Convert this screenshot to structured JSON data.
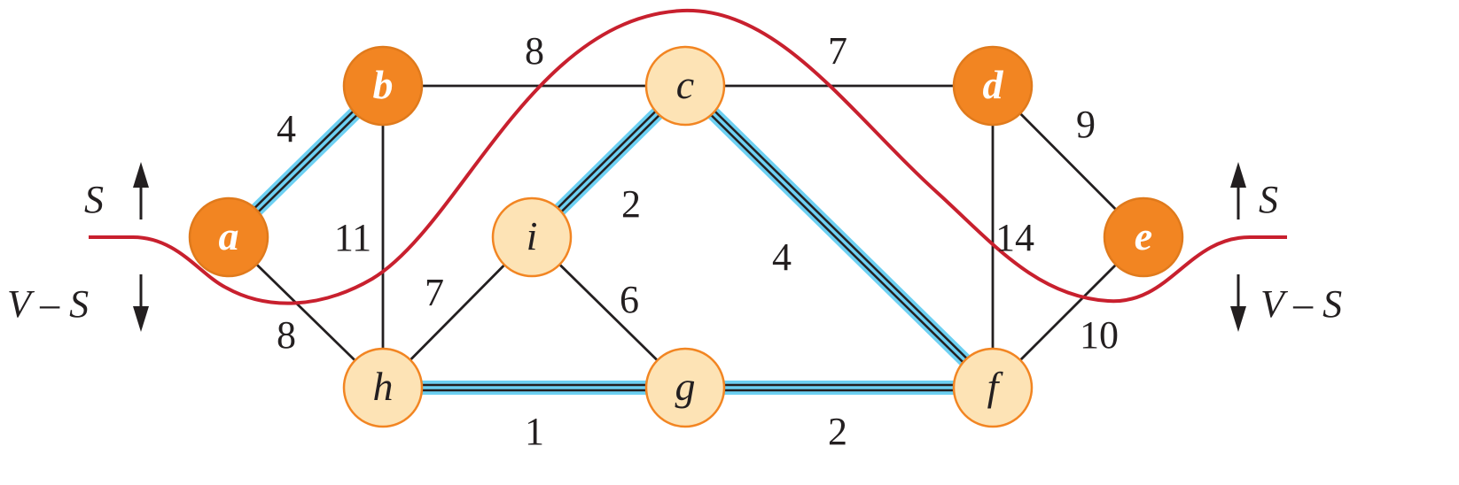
{
  "colors": {
    "in_s_fill": "#F28522",
    "in_s_stroke": "#E07A1C",
    "out_s_fill": "#FDE3B5",
    "out_s_stroke": "#F28522",
    "light_edge": "#6DD0F2",
    "cut": "#C8202E",
    "edge": "#231f20"
  },
  "nodes": [
    {
      "id": "a",
      "label": "a",
      "in_s": true
    },
    {
      "id": "b",
      "label": "b",
      "in_s": true
    },
    {
      "id": "c",
      "label": "c",
      "in_s": false
    },
    {
      "id": "d",
      "label": "d",
      "in_s": true
    },
    {
      "id": "e",
      "label": "e",
      "in_s": true
    },
    {
      "id": "f",
      "label": "f",
      "in_s": false
    },
    {
      "id": "g",
      "label": "g",
      "in_s": false
    },
    {
      "id": "h",
      "label": "h",
      "in_s": false
    },
    {
      "id": "i",
      "label": "i",
      "in_s": false
    }
  ],
  "edges": [
    {
      "u": "a",
      "v": "b",
      "weight": "4",
      "highlighted": true
    },
    {
      "u": "b",
      "v": "c",
      "weight": "8",
      "highlighted": false
    },
    {
      "u": "c",
      "v": "d",
      "weight": "7",
      "highlighted": false
    },
    {
      "u": "d",
      "v": "e",
      "weight": "9",
      "highlighted": false
    },
    {
      "u": "b",
      "v": "h",
      "weight": "11",
      "highlighted": false
    },
    {
      "u": "a",
      "v": "h",
      "weight": "8",
      "highlighted": false
    },
    {
      "u": "h",
      "v": "i",
      "weight": "7",
      "highlighted": false
    },
    {
      "u": "i",
      "v": "c",
      "weight": "2",
      "highlighted": true
    },
    {
      "u": "i",
      "v": "g",
      "weight": "6",
      "highlighted": false
    },
    {
      "u": "c",
      "v": "f",
      "weight": "4",
      "highlighted": true
    },
    {
      "u": "d",
      "v": "f",
      "weight": "14",
      "highlighted": false
    },
    {
      "u": "e",
      "v": "f",
      "weight": "10",
      "highlighted": false
    },
    {
      "u": "h",
      "v": "g",
      "weight": "1",
      "highlighted": true
    },
    {
      "u": "g",
      "v": "f",
      "weight": "2",
      "highlighted": true
    }
  ],
  "cut_labels": {
    "s": "S",
    "v_minus_s": "V – S"
  }
}
